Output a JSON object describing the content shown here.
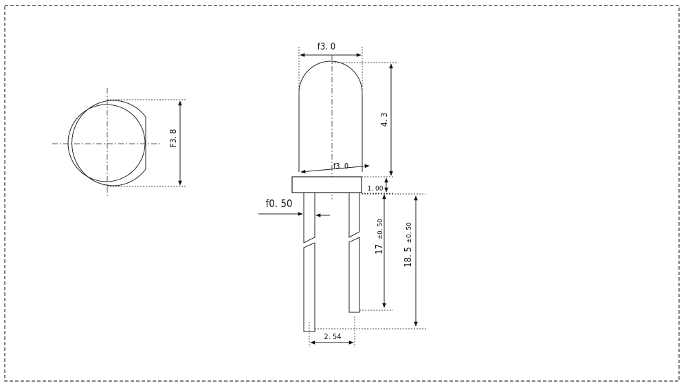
{
  "dimensions": {
    "flange_diameter": "F3. 8",
    "lens_diameter": "f3. 0",
    "body_diameter": "f3. 0",
    "lens_height": "4. 3",
    "flange_thickness": "1. 00",
    "lead_diameter": "f0. 50",
    "short_lead_length_value": "17",
    "short_lead_length_tol": "±0. 50",
    "long_lead_length_value": "18. 5",
    "long_lead_length_tol": "±0. 50",
    "lead_spacing": "2. 54"
  }
}
